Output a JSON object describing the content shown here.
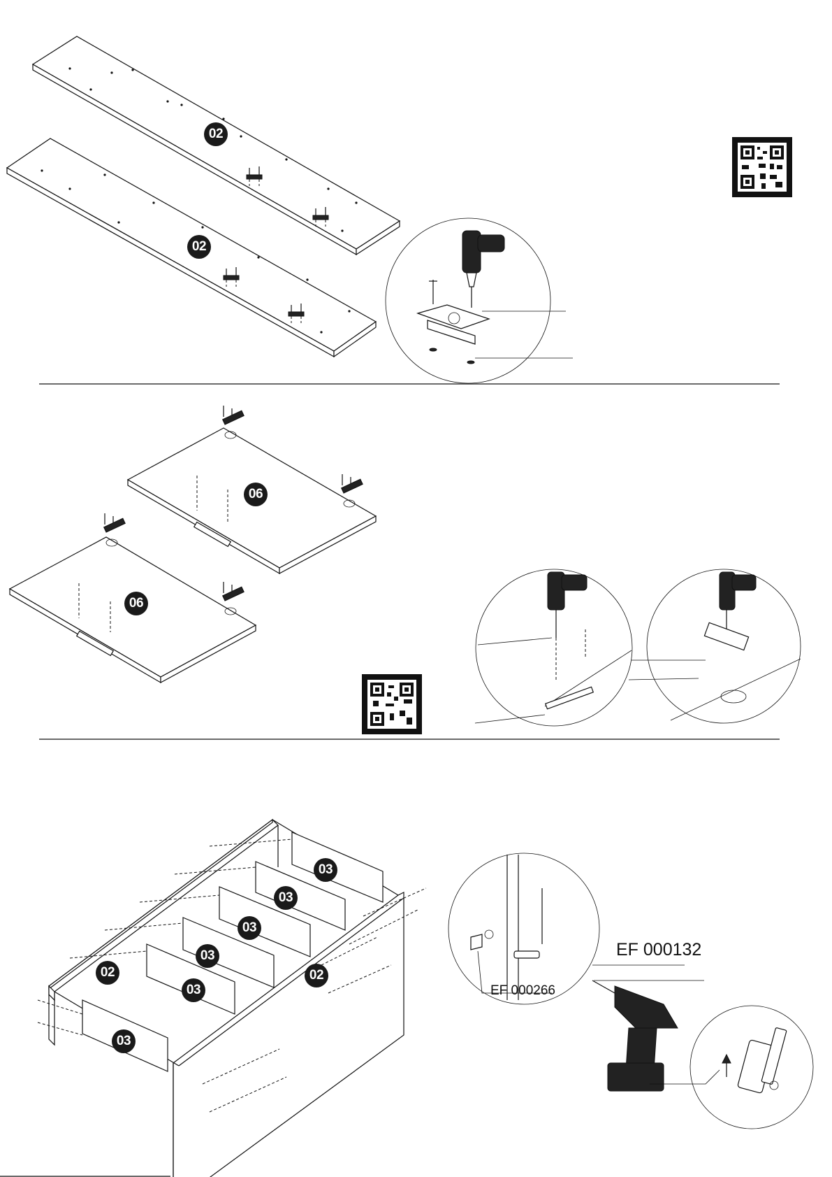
{
  "panels": [
    {
      "id": "top",
      "badge_top": "02",
      "badge_bottom": "02"
    },
    {
      "id": "middle",
      "badge_upper": "06",
      "badge_lower": "06"
    },
    {
      "id": "bottom",
      "badges": [
        "03",
        "03",
        "03",
        "03",
        "03",
        "03",
        "02",
        "02"
      ]
    }
  ],
  "codes": {
    "screw": "EF 000132",
    "cam": "EF 000266"
  },
  "icons": {
    "qr1": "qr-code-icon",
    "qr2": "qr-code-icon",
    "drill": "power-drill-icon",
    "arrow": "up-arrow-icon"
  }
}
